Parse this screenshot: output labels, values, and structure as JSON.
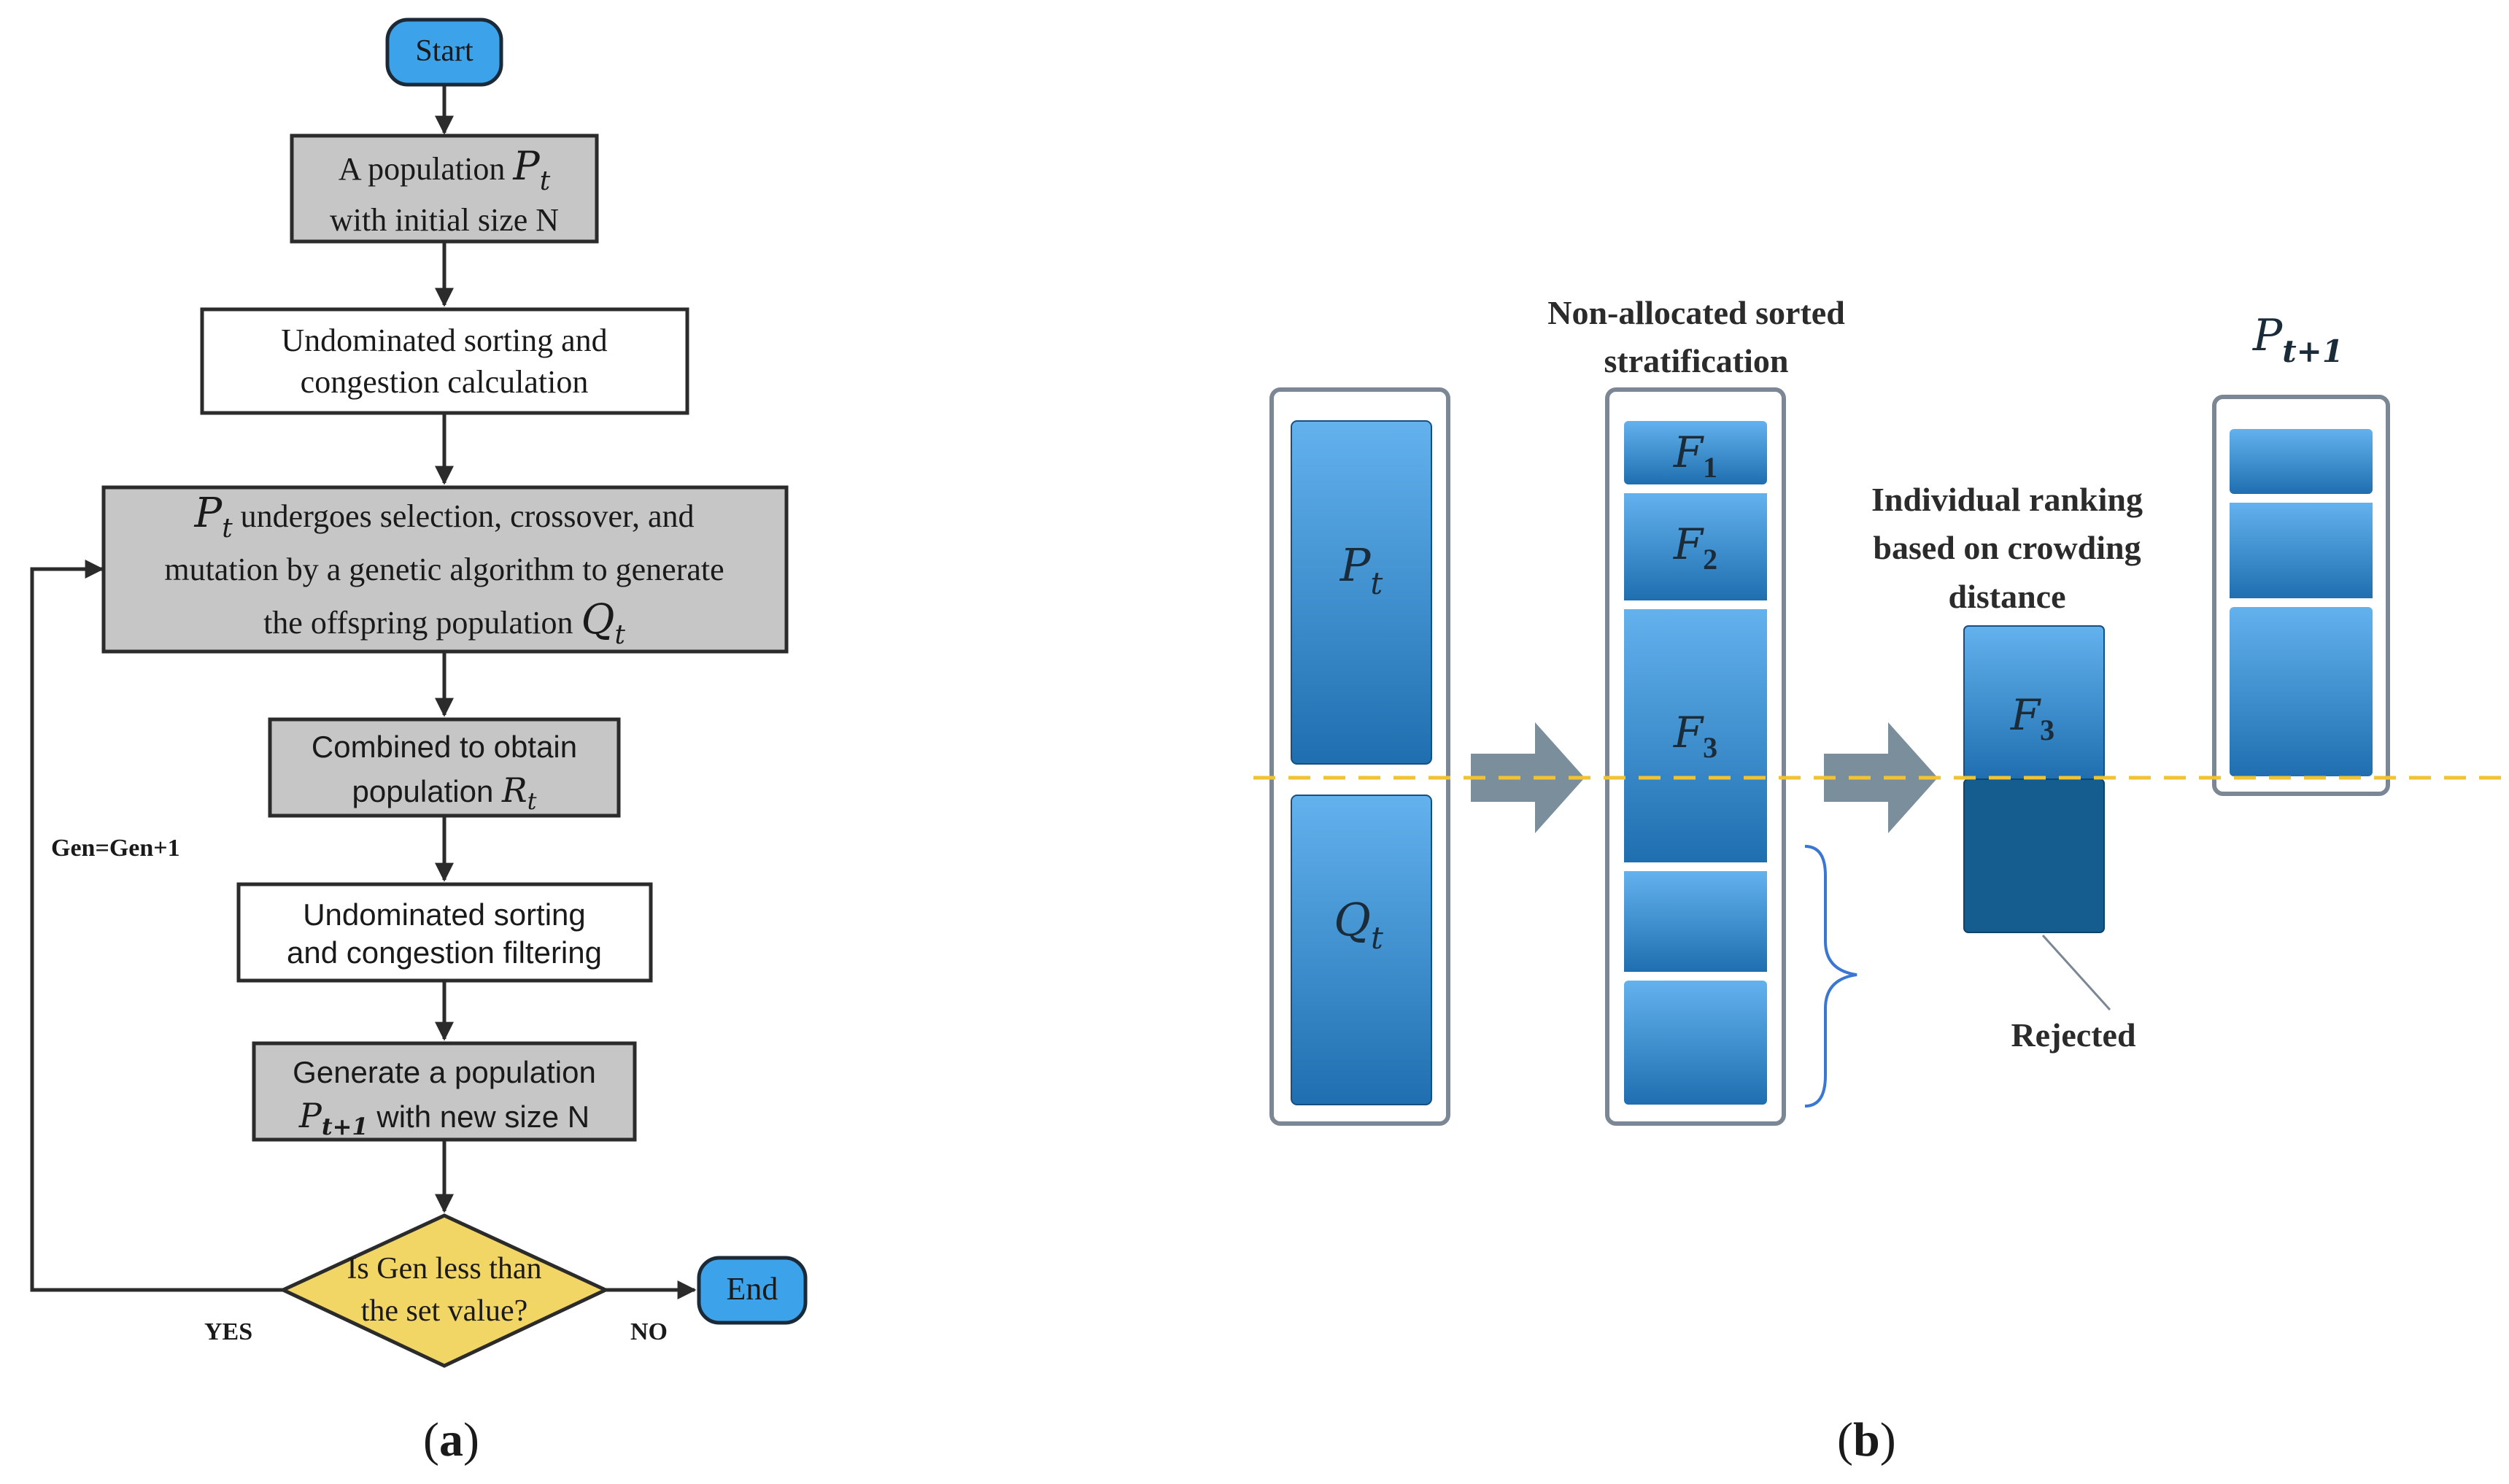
{
  "panel_a": {
    "label": "a",
    "start": "Start",
    "end": "End",
    "box1": {
      "line1_text": "A population ",
      "line1_math": "P",
      "line1_sub": "t",
      "line2": "with initial size N"
    },
    "box2": {
      "line1": "Undominated sorting and",
      "line2": "congestion calculation"
    },
    "box3": {
      "line1_math": "P",
      "line1_sub": "t",
      "line1_text": " undergoes selection, crossover, and",
      "line2": "mutation by a genetic algorithm to generate",
      "line3_text": "the offspring population ",
      "line3_math": "Q",
      "line3_sub": "t"
    },
    "box4": {
      "line1": "Combined to obtain",
      "line2_text": "population ",
      "line2_math": "R",
      "line2_sub": "t"
    },
    "box5": {
      "line1": "Undominated sorting",
      "line2": "and congestion filtering"
    },
    "box6": {
      "line1": "Generate a population",
      "line2_math": "P",
      "line2_sub": "t+1",
      "line2_text": " with new size N"
    },
    "decision": {
      "line1": "Is Gen less than",
      "line2": "the set value?"
    },
    "loop_label": "Gen=Gen+1",
    "yes_label": "YES",
    "no_label": "NO"
  },
  "panel_b": {
    "label": "b",
    "pt": {
      "math": "P",
      "sub": "t"
    },
    "qt": {
      "math": "Q",
      "sub": "t"
    },
    "stratification_title_1": "Non-allocated sorted",
    "stratification_title_2": "stratification",
    "f1": {
      "math": "F",
      "sub": "1"
    },
    "f2": {
      "math": "F",
      "sub": "2"
    },
    "f3": {
      "math": "F",
      "sub": "3"
    },
    "ranking_title_1": "Individual ranking",
    "ranking_title_2": "based on crowding",
    "ranking_title_3": "distance",
    "f3_ranked": {
      "math": "F",
      "sub": "3"
    },
    "rejected": "Rejected",
    "pt1": {
      "math": "P",
      "sub": "t+1"
    }
  },
  "colors": {
    "start_end_fill": "#3ca3ea",
    "gray_box_fill": "#c6c6c6",
    "decision_fill": "#f1d565",
    "bar_light": "#63b2ee",
    "bar_dark": "#1f6fb0",
    "rejected_fill": "#145d8e",
    "arrow_gray": "#7b8e9c",
    "dashed_line": "#f1c232",
    "brace_blue": "#3a76d4"
  }
}
